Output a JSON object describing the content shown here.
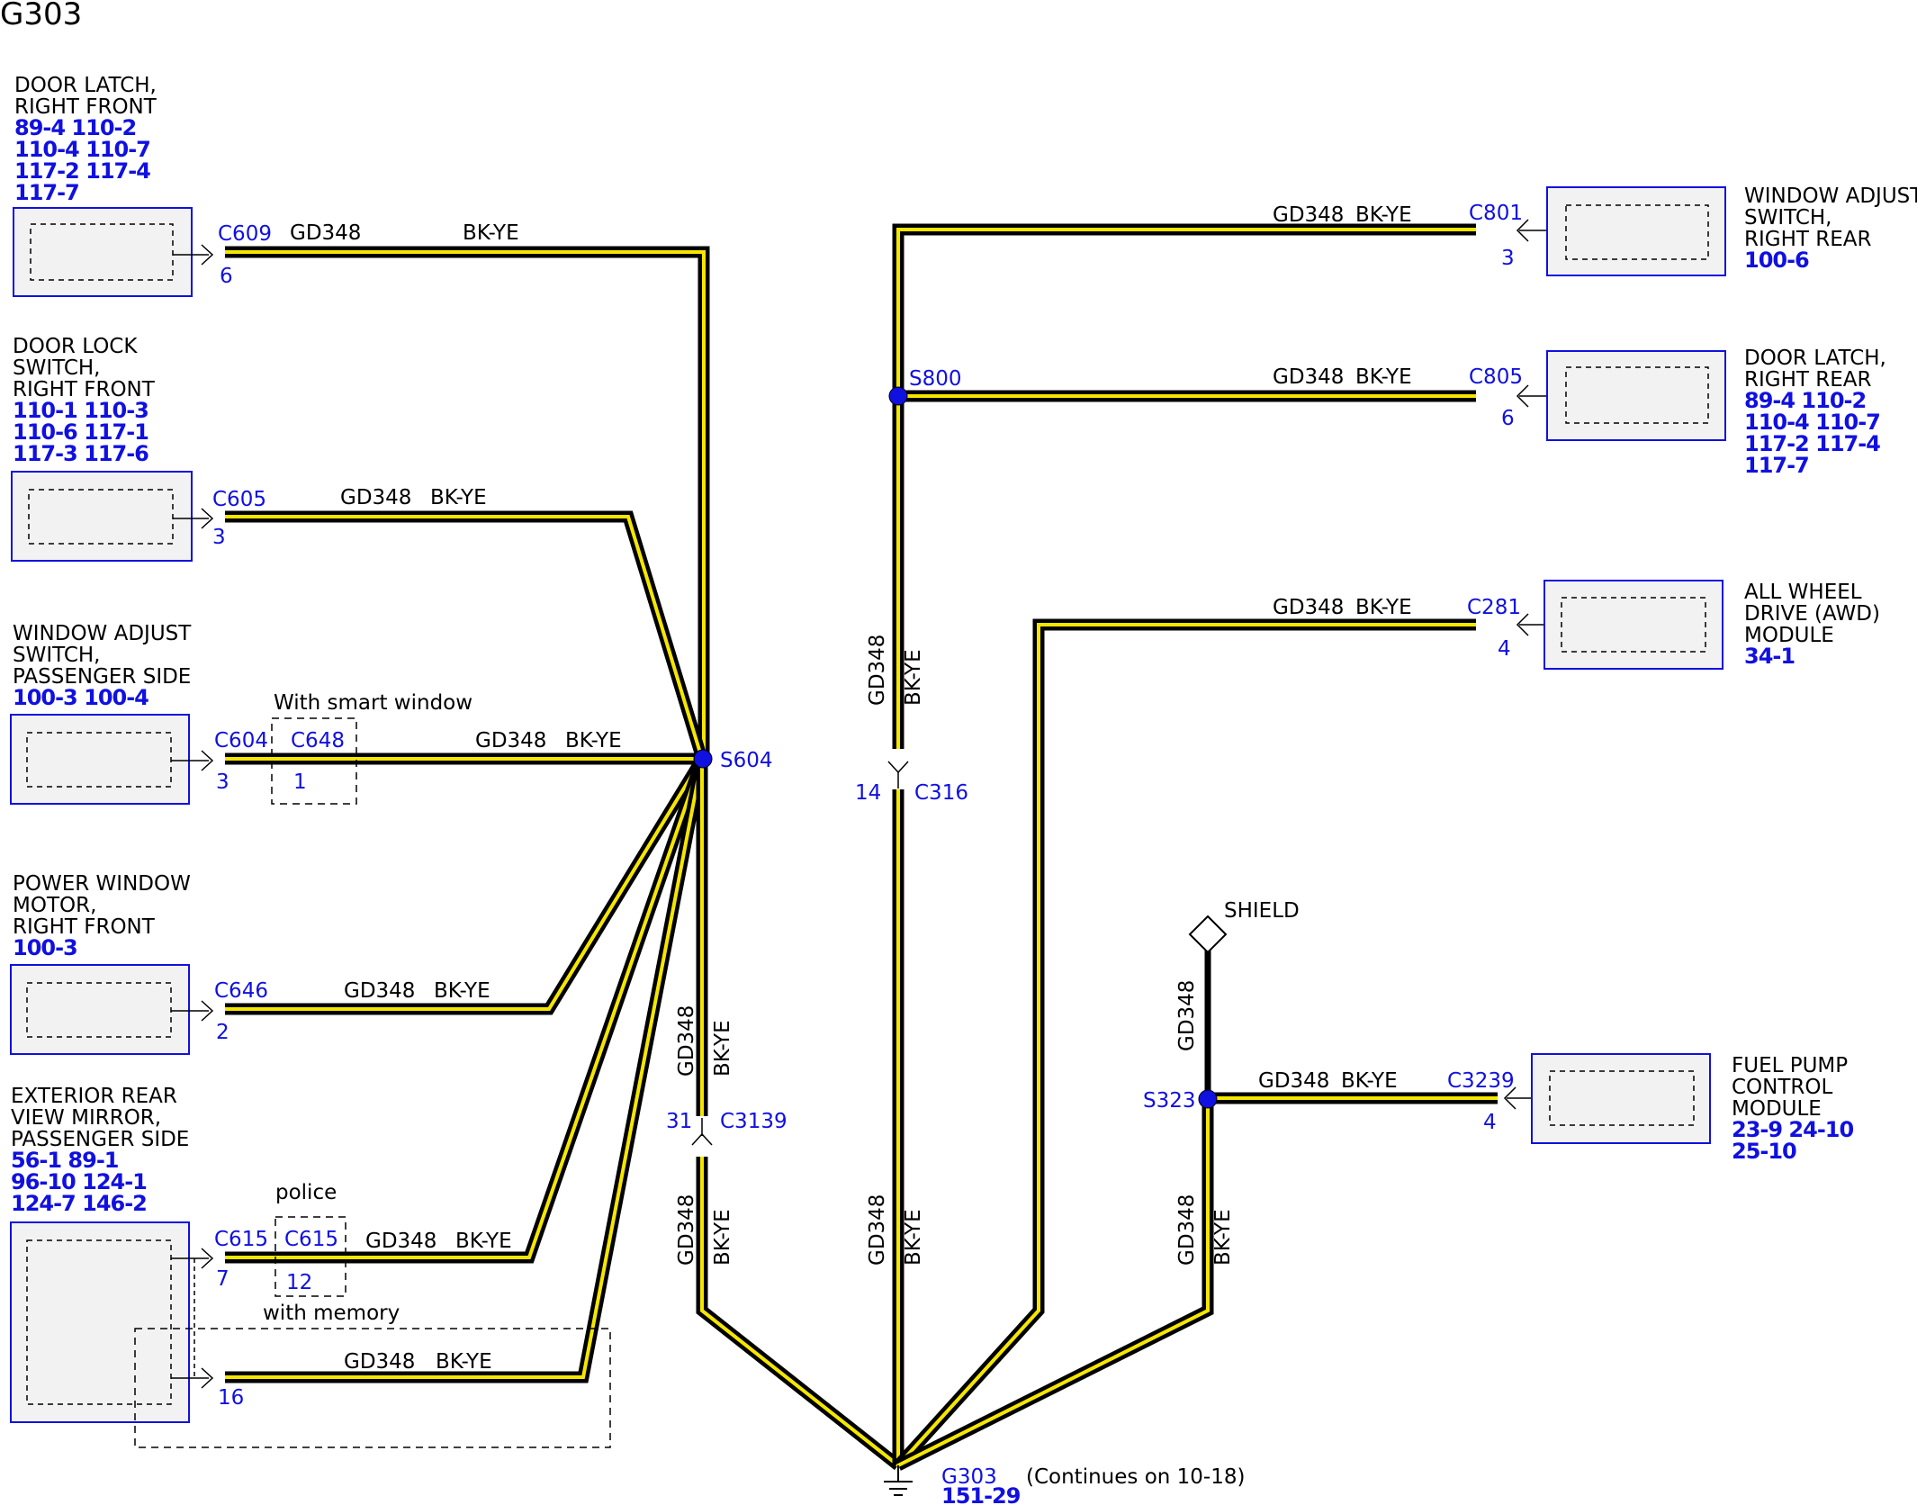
{
  "title": "G303",
  "wire": {
    "circuit": "GD348",
    "color": "BK-YE"
  },
  "components": {
    "door_latch_rf": {
      "lines": [
        "DOOR LATCH,",
        "RIGHT FRONT"
      ],
      "refs": [
        "89-4   110-2",
        "110-4 110-7",
        "117-2 117-4",
        "117-7"
      ],
      "connector": "C609",
      "pin": "6"
    },
    "door_lock_switch_rf": {
      "lines": [
        "DOOR LOCK",
        "SWITCH,",
        "RIGHT FRONT"
      ],
      "refs": [
        "110-1 110-3",
        "110-6 117-1",
        "117-3 117-6"
      ],
      "connector": "C605",
      "pin": "3"
    },
    "window_adjust_ps": {
      "lines": [
        "WINDOW ADJUST",
        "SWITCH,",
        "PASSENGER SIDE"
      ],
      "refs": [
        "100-3 100-4"
      ],
      "connector": "C604",
      "pin": "3"
    },
    "power_window_motor_rf": {
      "lines": [
        "POWER WINDOW",
        "MOTOR,",
        "RIGHT FRONT"
      ],
      "refs": [
        "100-3"
      ],
      "connector": "C646",
      "pin": "2"
    },
    "exterior_mirror_ps": {
      "lines": [
        "EXTERIOR REAR",
        "VIEW MIRROR,",
        "PASSENGER SIDE"
      ],
      "refs": [
        "56-1    89-1",
        "96-10 124-1",
        "124-7 146-2"
      ],
      "connector": "C615",
      "pin": "7",
      "pin2": "16"
    },
    "window_adjust_rr": {
      "lines": [
        "WINDOW ADJUST",
        "SWITCH,",
        "RIGHT REAR"
      ],
      "refs": [
        "100-6"
      ],
      "connector": "C801",
      "pin": "3"
    },
    "door_latch_rr": {
      "lines": [
        "DOOR LATCH,",
        "RIGHT REAR"
      ],
      "refs": [
        "89-4   110-2",
        "110-4 110-7",
        "117-2 117-4",
        "117-7"
      ],
      "connector": "C805",
      "pin": "6"
    },
    "awd_module": {
      "lines": [
        "ALL WHEEL",
        "DRIVE (AWD)",
        "MODULE"
      ],
      "refs": [
        "34-1"
      ],
      "connector": "C281",
      "pin": "4"
    },
    "fuel_pump_module": {
      "lines": [
        "FUEL PUMP",
        "CONTROL",
        "MODULE"
      ],
      "refs": [
        "23-9   24-10",
        "25-10"
      ],
      "connector": "C3239",
      "pin": "4"
    }
  },
  "inline": {
    "smart_window": {
      "note": "With smart window",
      "connector": "C648",
      "pin": "1"
    },
    "police": {
      "note": "police",
      "connector": "C615",
      "pin": "12"
    },
    "memory": {
      "note": "with memory"
    }
  },
  "splices": {
    "s604": "S604",
    "s800": "S800",
    "s323": "S323"
  },
  "inline_connectors": {
    "c3139": {
      "connector": "C3139",
      "pin": "31"
    },
    "c316": {
      "connector": "C316",
      "pin": "14"
    }
  },
  "shield": "SHIELD",
  "ground": {
    "name": "G303",
    "ref": "151-29",
    "note": "(Continues on 10-18)"
  }
}
